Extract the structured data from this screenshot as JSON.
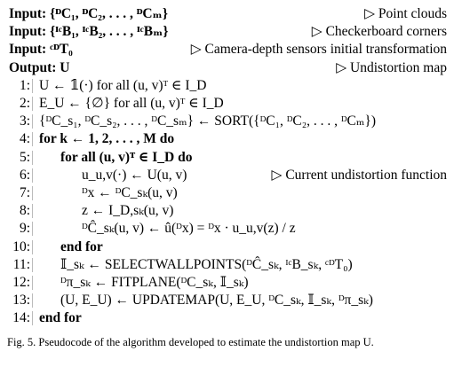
{
  "algorithm": {
    "lines": [
      {
        "num": "",
        "indent": 0,
        "text": "Input: {ᴰC₁, ᴰC₂, . . . , ᴰCₘ}",
        "comment": "▷ Point clouds"
      },
      {
        "num": "",
        "indent": 0,
        "text": "Input: {ᴵᶜB₁, ᴵᶜB₂, . . . , ᴵᶜBₘ}",
        "comment": "▷ Checkerboard corners"
      },
      {
        "num": "",
        "indent": 0,
        "text": "Input: ᶜᴰT₀",
        "comment": "▷ Camera-depth sensors initial transformation"
      },
      {
        "num": "",
        "indent": 0,
        "text": "Output: U",
        "comment": "▷ Undistortion map"
      },
      {
        "num": "1:",
        "indent": 0,
        "text": "U ← 𝟙(·) for all (u, v)ᵀ ∈ I_D",
        "comment": ""
      },
      {
        "num": "2:",
        "indent": 0,
        "text": "E_U ← {∅} for all (u, v)ᵀ ∈ I_D",
        "comment": ""
      },
      {
        "num": "3:",
        "indent": 0,
        "text": "{ᴰC_s₁, ᴰC_s₂, . . . , ᴰC_sₘ} ← SORT({ᴰC₁, ᴰC₂, . . . , ᴰCₘ})",
        "comment": ""
      },
      {
        "num": "4:",
        "indent": 0,
        "text": "for k ← 1, 2, . . . , M do",
        "comment": ""
      },
      {
        "num": "5:",
        "indent": 1,
        "text": "for all (u, v)ᵀ ∈ I_D do",
        "comment": ""
      },
      {
        "num": "6:",
        "indent": 2,
        "text": "u_u,v(·) ← U(u, v)",
        "comment": "▷ Current undistortion function"
      },
      {
        "num": "7:",
        "indent": 2,
        "text": "ᴰx ← ᴰC_sₖ(u, v)",
        "comment": ""
      },
      {
        "num": "8:",
        "indent": 2,
        "text": "z ← I_D,sₖ(u, v)",
        "comment": ""
      },
      {
        "num": "9:",
        "indent": 2,
        "text": "ᴰĈ_sₖ(u, v) ← û(ᴰx) = ᴰx · u_u,v(z) / z",
        "comment": ""
      },
      {
        "num": "10:",
        "indent": 1,
        "text": "end for",
        "comment": ""
      },
      {
        "num": "11:",
        "indent": 1,
        "text": "𝕀_sₖ ← SELECTWALLPOINTS(ᴰĈ_sₖ, ᴵᶜB_sₖ, ᶜᴰT₀)",
        "comment": ""
      },
      {
        "num": "12:",
        "indent": 1,
        "text": "ᴰπ_sₖ ← FITPLANE(ᴰC_sₖ, 𝕀_sₖ)",
        "comment": ""
      },
      {
        "num": "13:",
        "indent": 1,
        "text": "(U, E_U) ← UPDATEMAP(U, E_U, ᴰC_sₖ, 𝕀_sₖ, ᴰπ_sₖ)",
        "comment": ""
      },
      {
        "num": "14:",
        "indent": 0,
        "text": "end for",
        "comment": ""
      }
    ]
  },
  "caption": "Fig. 5. Pseudocode of the algorithm developed to estimate the undistortion map U."
}
